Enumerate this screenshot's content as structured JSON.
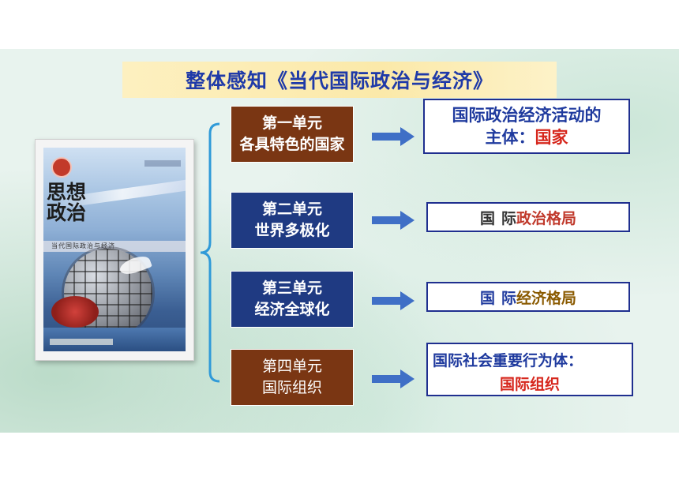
{
  "title": "整体感知《当代国际政治与经济》",
  "book": {
    "title_line1": "思想",
    "title_line2": "政治",
    "band_text": "当代国际政治与经济"
  },
  "units": [
    {
      "line1": "第一单元",
      "line2": "各具特色的国家"
    },
    {
      "line1": "第二单元",
      "line2": "世界多极化"
    },
    {
      "line1": "第三单元",
      "line2": "经济全球化"
    },
    {
      "line1": "第四单元",
      "line2": "国际组织"
    }
  ],
  "results": {
    "r1": {
      "line1": "国际政治经济活动的",
      "line2_prefix": "主体：",
      "line2_highlight": "国家"
    },
    "r2": {
      "prefix_a": "国",
      "prefix_b": "际",
      "highlight": "政治格局"
    },
    "r3": {
      "prefix_a": "国",
      "prefix_b": "际",
      "highlight": "经济格局"
    },
    "r4": {
      "line1": "国际社会重要行为体：",
      "line2": "国际组织"
    }
  },
  "colors": {
    "brown_box": "#7a3613",
    "blue_box": "#1f3a82",
    "title_text": "#1f3aa8",
    "highlight_red": "#d6261c",
    "arrow": "#3f6fc6",
    "bracket": "#2f9ad8"
  },
  "icons": [
    "arrow-right-icon",
    "curly-bracket-icon",
    "book-cover-image"
  ]
}
